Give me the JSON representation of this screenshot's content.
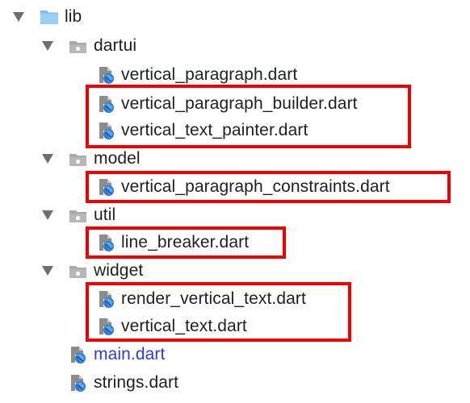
{
  "tree": {
    "root": {
      "label": "lib",
      "icon": "folder-icon",
      "expanded": true
    },
    "dartui": {
      "label": "dartui",
      "icon": "package-folder-icon",
      "expanded": true,
      "files": [
        {
          "label": "vertical_paragraph.dart",
          "icon": "dart-file-icon"
        },
        {
          "label": "vertical_paragraph_builder.dart",
          "icon": "dart-file-icon"
        },
        {
          "label": "vertical_text_painter.dart",
          "icon": "dart-file-icon"
        }
      ]
    },
    "model": {
      "label": "model",
      "icon": "package-folder-icon",
      "expanded": true,
      "files": [
        {
          "label": "vertical_paragraph_constraints.dart",
          "icon": "dart-file-icon"
        }
      ]
    },
    "util": {
      "label": "util",
      "icon": "package-folder-icon",
      "expanded": true,
      "files": [
        {
          "label": "line_breaker.dart",
          "icon": "dart-file-icon"
        }
      ]
    },
    "widget": {
      "label": "widget",
      "icon": "package-folder-icon",
      "expanded": true,
      "files": [
        {
          "label": "render_vertical_text.dart",
          "icon": "dart-file-icon"
        },
        {
          "label": "vertical_text.dart",
          "icon": "dart-file-icon"
        }
      ]
    },
    "root_files": [
      {
        "label": "main.dart",
        "icon": "dart-file-icon",
        "color": "#2f3ec4"
      },
      {
        "label": "strings.dart",
        "icon": "dart-file-icon"
      }
    ]
  },
  "colors": {
    "highlight": "#ee0000",
    "folder_blue": "#7fc1ea",
    "package_gray": "#a9a9a9",
    "arrow": "#6e6e6e",
    "text": "#1f1f1f",
    "main_link": "#2f3ec4"
  }
}
